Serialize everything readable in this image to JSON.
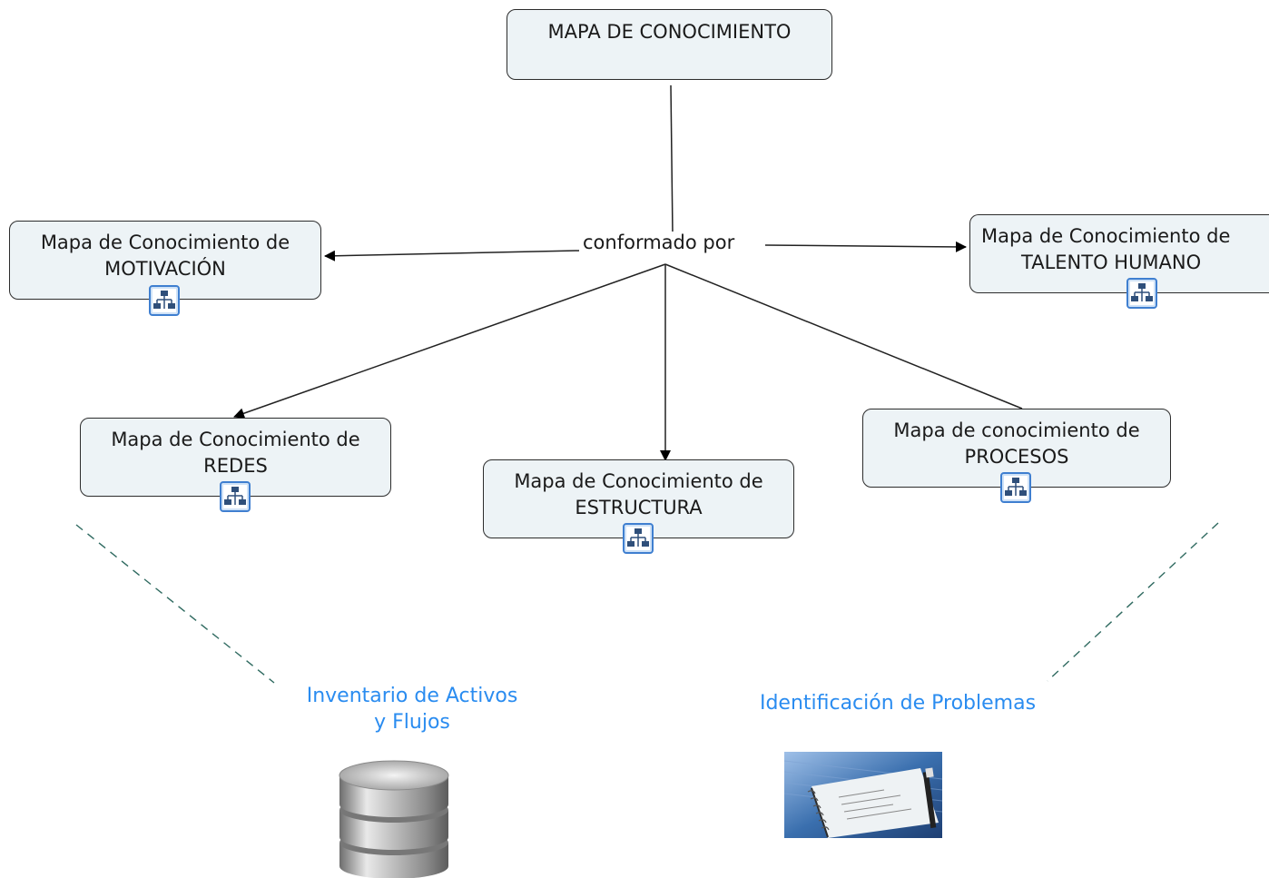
{
  "root": {
    "label": "MAPA DE CONOCIMIENTO"
  },
  "linking_phrase": "conformado por",
  "nodes": {
    "motivacion": {
      "line1": "Mapa de Conocimiento de",
      "line2": "MOTIVACIÓN",
      "icon": "concept-map-icon"
    },
    "talento": {
      "line1": "Mapa de Conocimiento de",
      "line2": "TALENTO HUMANO",
      "icon": "concept-map-icon"
    },
    "redes": {
      "line1": "Mapa de Conocimiento de",
      "line2": "REDES",
      "icon": "concept-map-icon"
    },
    "estructura": {
      "line1": "Mapa de Conocimiento de",
      "line2": "ESTRUCTURA",
      "icon": "concept-map-icon"
    },
    "procesos": {
      "line1": "Mapa de conocimiento de",
      "line2": "PROCESOS",
      "icon": "concept-map-icon"
    }
  },
  "resources": {
    "inventario": {
      "line1": "Inventario de Activos",
      "line2": "y Flujos",
      "icon": "database-icon"
    },
    "problemas": {
      "line1": "Identificación de Problemas",
      "icon": "notebook-image"
    }
  },
  "colors": {
    "node_fill": "#edf3f6",
    "node_border": "#2c2c2c",
    "resource_text": "#2a8cf0",
    "dashed_connector": "#2f6a60"
  }
}
